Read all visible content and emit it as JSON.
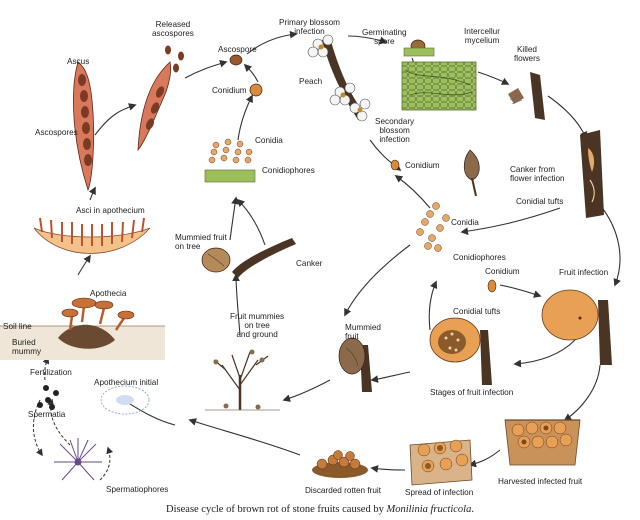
{
  "labels": {
    "ascus": "Ascus",
    "released_ascospores": "Released\nascospores",
    "ascospore": "Ascospore",
    "primary_blossom_infection": "Primary blossom\ninfection",
    "germinating_spore": "Germinating\nspore",
    "intercellular_mycelium": "Intercellur\nmycelium",
    "killed_flowers": "Killed\nflowers",
    "peach": "Peach",
    "conidium_top": "Conidium",
    "secondary_blossom_infection": "Secondary\nblossom\ninfection",
    "ascospores": "Ascospores",
    "conidia_left": "Conidia",
    "conidiophores_left": "Conidiophores",
    "conidium_mid": "Conidium",
    "canker_flower": "Canker from\nflower infection",
    "conidial_tufts_right": "Conidial tufts",
    "asci_in_apothecium": "Asci in apothecium",
    "conidia_right": "Conidia",
    "mummied_fruit_tree": "Mummied fruit\non tree",
    "canker": "Canker",
    "conidiophores_right": "Conidiophores",
    "conidium_lower": "Conidium",
    "fruit_infection": "Fruit infection",
    "apothecia": "Apothecia",
    "soil_line": "Soil line",
    "buried_mummy": "Buried\nmummy",
    "fruit_mummies": "Fruit mummies\non tree\nand ground",
    "mummied_fruit": "Mummied\nfruit",
    "conidial_tufts_lower": "Conidial tufts",
    "fertilization": "Fertilization",
    "apothecium_initial": "Apothecium initial",
    "spermatia": "Spermatia",
    "stages_fruit_infection": "Stages of fruit infection",
    "spermatiophores": "Spermatiophores",
    "discarded_rotten_fruit": "Discarded rotten fruit",
    "spread_of_infection": "Spread of infection",
    "harvested_infected_fruit": "Harvested infected fruit"
  },
  "caption": {
    "text": "Disease cycle of brown rot of stone fruits caused by ",
    "species": "Monilinia fructicola",
    "end": "."
  },
  "colors": {
    "fruit": "#e8a055",
    "fruit_light": "#f3c28a",
    "ascus": "#d9785a",
    "mycelium": "#a9c76b",
    "branch": "#4a3424",
    "arrow": "#333333",
    "tuft": "#e6a86a"
  }
}
